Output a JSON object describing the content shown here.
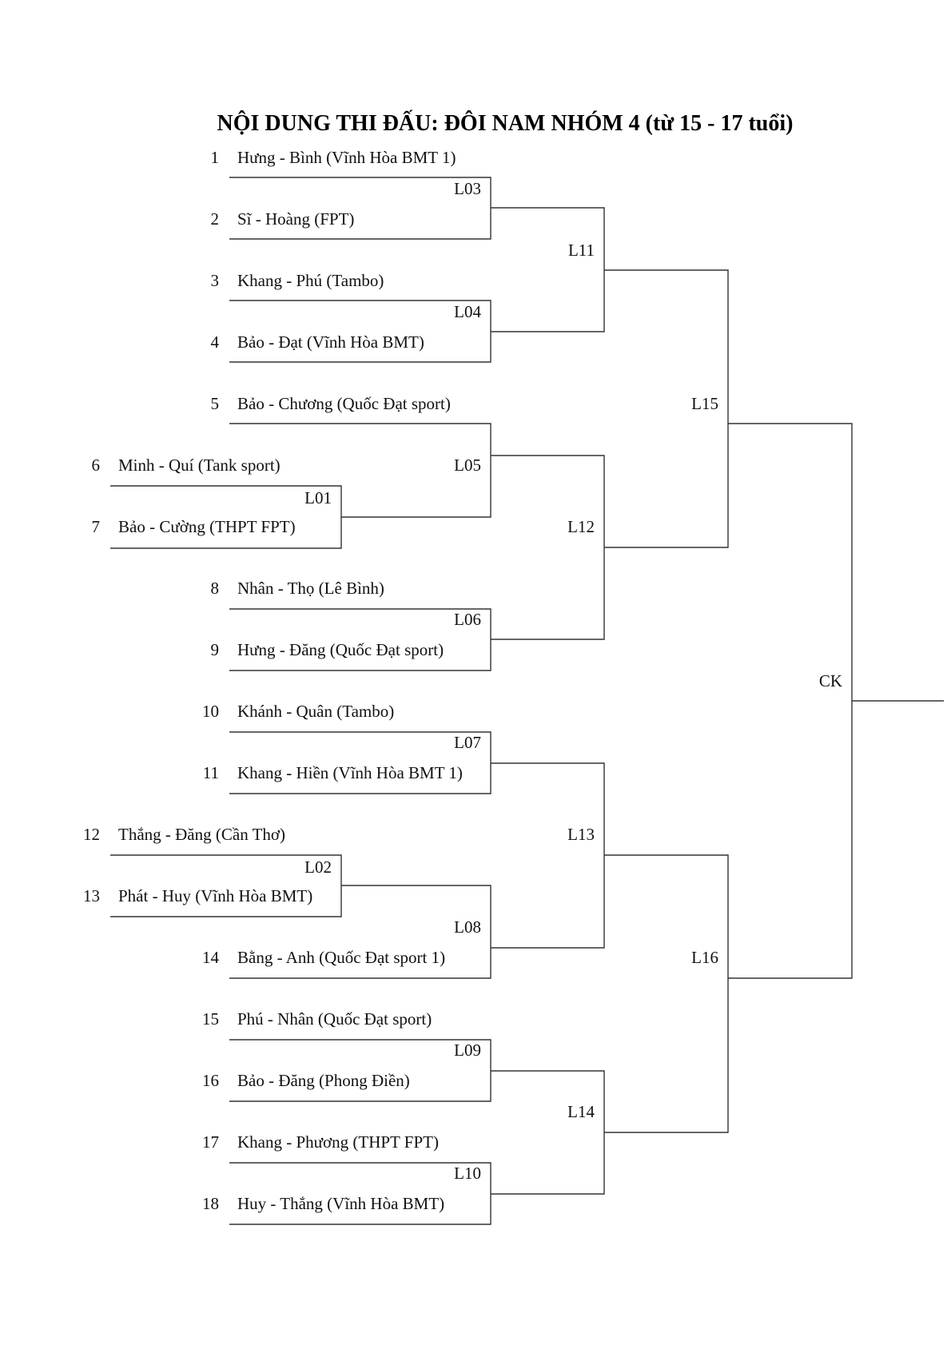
{
  "title": "NỘI DUNG THI ĐẤU: ĐÔI NAM NHÓM 4 (từ 15 - 17 tuổi)",
  "teams": [
    {
      "seed": "1",
      "name": "Hưng - Bình (Vĩnh Hòa BMT 1)"
    },
    {
      "seed": "2",
      "name": "Sĩ - Hoàng (FPT)"
    },
    {
      "seed": "3",
      "name": "Khang - Phú (Tambo)"
    },
    {
      "seed": "4",
      "name": "Bảo - Đạt (Vĩnh Hòa BMT)"
    },
    {
      "seed": "5",
      "name": "Bảo - Chương (Quốc Đạt sport)"
    },
    {
      "seed": "6",
      "name": "Minh - Quí (Tank sport)"
    },
    {
      "seed": "7",
      "name": "Bảo - Cường (THPT FPT)"
    },
    {
      "seed": "8",
      "name": "Nhân - Thọ (Lê Bình)"
    },
    {
      "seed": "9",
      "name": "Hưng - Đăng (Quốc Đạt sport)"
    },
    {
      "seed": "10",
      "name": "Khánh - Quân (Tambo)"
    },
    {
      "seed": "11",
      "name": "Khang - Hiền (Vĩnh Hòa BMT 1)"
    },
    {
      "seed": "12",
      "name": "Thắng - Đăng (Cần Thơ)"
    },
    {
      "seed": "13",
      "name": "Phát - Huy (Vĩnh Hòa BMT)"
    },
    {
      "seed": "14",
      "name": "Bằng - Anh (Quốc Đạt sport 1)"
    },
    {
      "seed": "15",
      "name": "Phú - Nhân (Quốc Đạt sport)"
    },
    {
      "seed": "16",
      "name": "Bảo - Đăng (Phong Điền)"
    },
    {
      "seed": "17",
      "name": "Khang - Phương (THPT FPT)"
    },
    {
      "seed": "18",
      "name": "Huy - Thắng (Vĩnh Hòa BMT)"
    }
  ],
  "matches": {
    "L01": "L01",
    "L02": "L02",
    "L03": "L03",
    "L04": "L04",
    "L05": "L05",
    "L06": "L06",
    "L07": "L07",
    "L08": "L08",
    "L09": "L09",
    "L10": "L10",
    "L11": "L11",
    "L12": "L12",
    "L13": "L13",
    "L14": "L14",
    "L15": "L15",
    "L16": "L16",
    "CK": "CK"
  }
}
